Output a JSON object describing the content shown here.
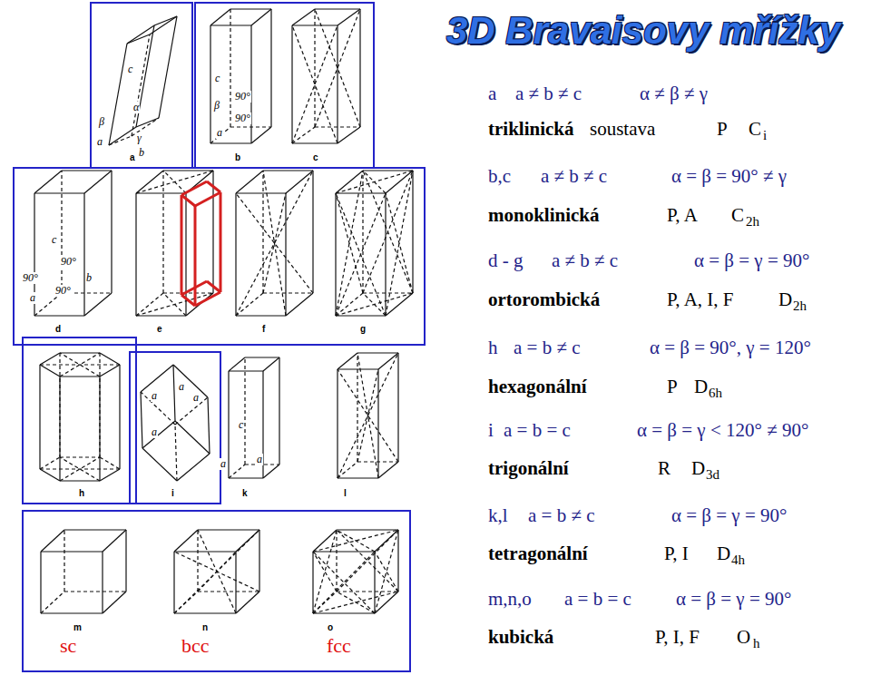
{
  "diagram": {
    "title": "3D Bravaisovy mřížky",
    "labels": [
      "c",
      "β",
      "α",
      "γ",
      "a",
      "b",
      "c",
      "β",
      "90°",
      "90°",
      "a",
      "c",
      "90°",
      "b",
      "90°",
      "a",
      "90°",
      "a",
      "a",
      "a",
      "a",
      "c",
      "a",
      "a",
      "a",
      "b",
      "c",
      "d",
      "e",
      "f",
      "g",
      "h",
      "i",
      "k",
      "l",
      "m",
      "n",
      "o",
      "sc",
      "bcc",
      "fcc",
      "a",
      "a ≠ b ≠ c",
      "α ≠ β ≠ γ",
      "triklinická",
      "soustava",
      "P",
      "C",
      "i",
      "b,c",
      "a ≠ b ≠ c",
      "α = β = 90° ≠ γ",
      "monoklinická",
      "P, A",
      "C",
      "2h",
      "d - g",
      "a ≠ b ≠ c",
      "α = β = γ = 90°",
      "ortorombická",
      "P, A, I, F",
      "D",
      "2h",
      "h",
      "a = b ≠ c",
      "α = β = 90°, γ = 120°",
      "hexagonální",
      "P",
      "D",
      "6h",
      "i",
      "a = b = c",
      "α = β = γ < 120° ≠ 90°",
      "trigonální",
      "R",
      "D",
      "3d",
      "k,l",
      "a = b ≠ c",
      "α = β = γ = 90°",
      "tetragonální",
      "P, I",
      "D",
      "4h",
      "m,n,o",
      "a = b = c",
      "α = β = γ = 90°",
      "kubická",
      "P, I, F",
      "O",
      "h"
    ]
  }
}
